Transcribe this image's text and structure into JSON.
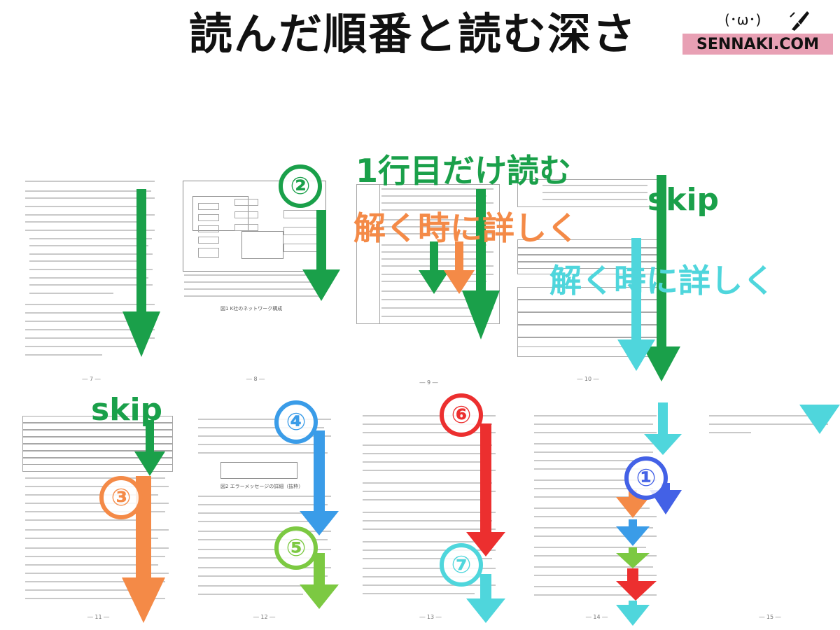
{
  "header": {
    "title": "読んだ順番と読む深さ"
  },
  "logo": {
    "face": "(･ω･)",
    "brand": "SENNAKI.COM"
  },
  "pages": [
    {
      "id": "p1",
      "number": "― 7 ―"
    },
    {
      "id": "p2",
      "number": "― 8 ―",
      "caption": "図1 K社のネットワーク構成"
    },
    {
      "id": "p3",
      "number": "― 9 ―"
    },
    {
      "id": "p4",
      "number": "― 10 ―"
    },
    {
      "id": "p5",
      "number": "― 11 ―"
    },
    {
      "id": "p6",
      "number": "― 12 ―",
      "caption": "図2 エラーメッセージの詳細（抜粋）"
    },
    {
      "id": "p7",
      "number": "― 13 ―"
    },
    {
      "id": "p8",
      "number": "― 14 ―"
    },
    {
      "id": "p9",
      "number": "― 15 ―"
    }
  ],
  "annotations": {
    "read_first_line": "1行目だけ読む",
    "read_in_detail": "解く時に詳しく",
    "skip": "skip"
  },
  "steps": [
    "②",
    "③",
    "④",
    "⑤",
    "⑥",
    "⑦",
    "①"
  ],
  "colors": {
    "green": "#1aa04a",
    "orange": "#f48a47",
    "blue": "#3a9ce8",
    "lime": "#7cc942",
    "red": "#ec2f2f",
    "cyan": "#4fd6dc",
    "indigo": "#4361e6"
  }
}
